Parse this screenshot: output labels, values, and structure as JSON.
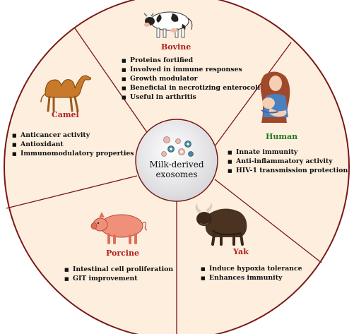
{
  "center": {
    "line1": "Milk-derived",
    "line2": "exosomes"
  },
  "colors": {
    "segment_fill": "#fdeede",
    "outline": "#7a1717",
    "title_color": "#b01e1e",
    "human_title_color": "#1f7a1f",
    "center_fill": "#e8e8ea"
  },
  "segments": [
    {
      "id": "bovine",
      "title": "Bovine",
      "icon": "cow-icon",
      "bullets": [
        "Proteins fortified",
        "Involved in immune responses",
        "Growth modulator",
        "Beneficial in necrotizing enterocolitis",
        "Useful in arthritis"
      ]
    },
    {
      "id": "human",
      "title": "Human",
      "icon": "mother-breastfeeding-icon",
      "bullets": [
        "Innate immunity",
        "Anti-inflammatory activity",
        "HIV-1 transmission protection"
      ]
    },
    {
      "id": "yak",
      "title": "Yak",
      "icon": "yak-icon",
      "bullets": [
        "Induce hypoxia tolerance",
        "Enhances immunity"
      ]
    },
    {
      "id": "porcine",
      "title": "Porcine",
      "icon": "pig-icon",
      "bullets": [
        "Intestinal cell proliferation",
        "GIT improvement"
      ]
    },
    {
      "id": "camel",
      "title": "Camel",
      "icon": "camel-icon",
      "bullets": [
        "Anticancer activity",
        "Antioxidant",
        "Immunomodulatory properties"
      ]
    }
  ]
}
